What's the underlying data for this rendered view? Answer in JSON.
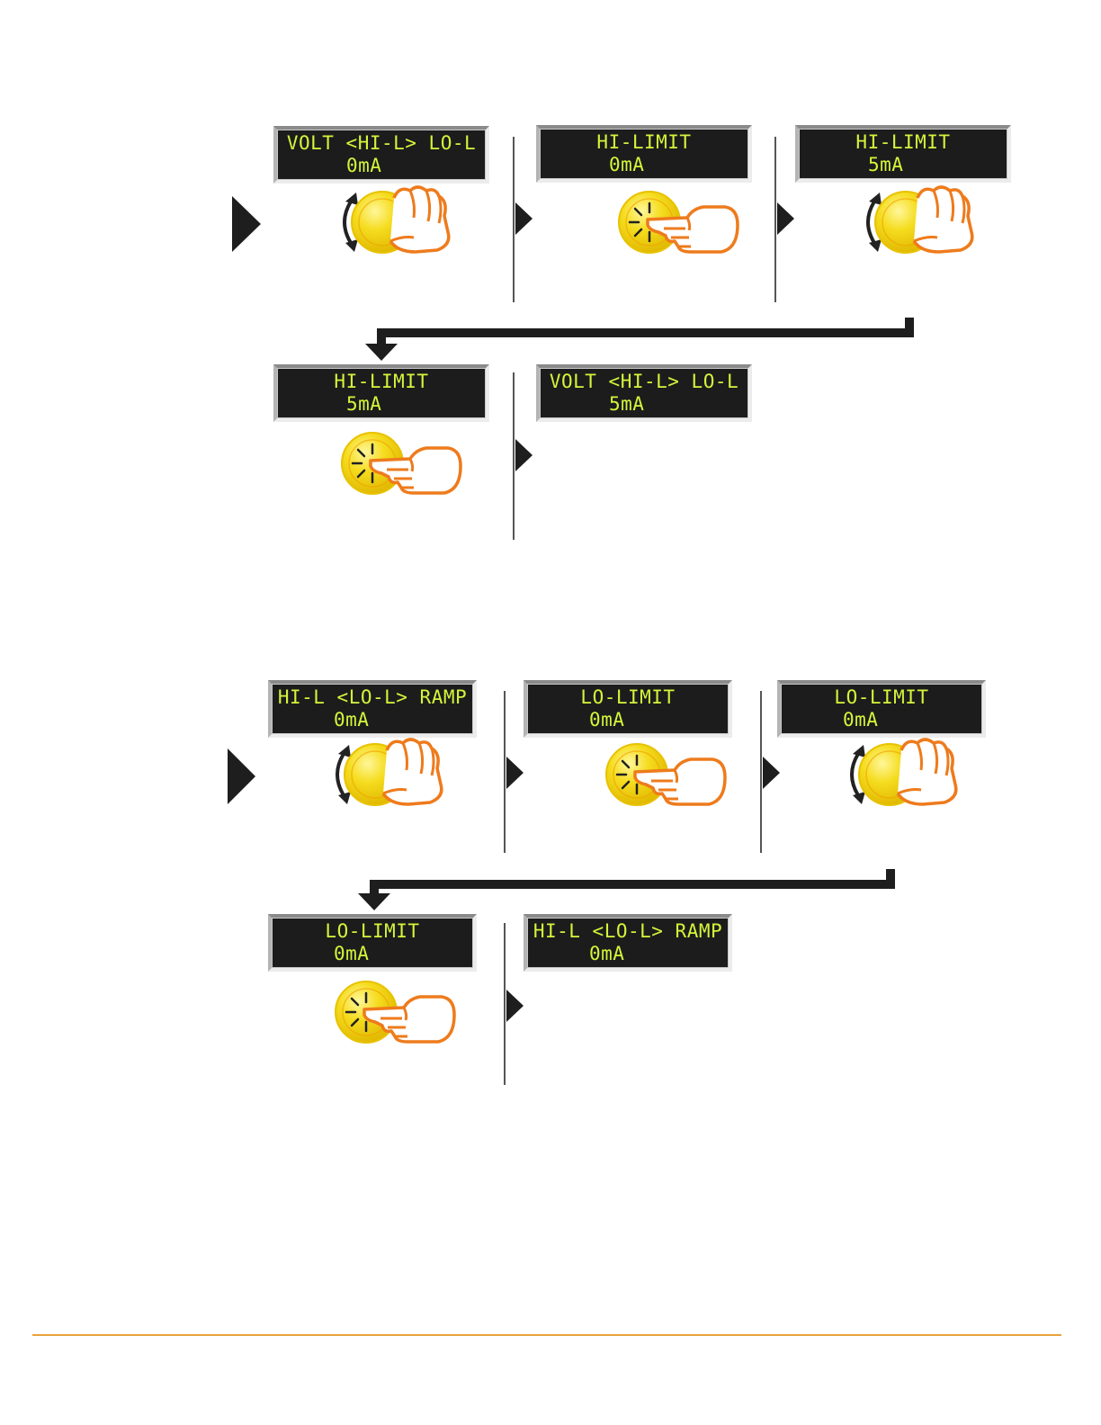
{
  "section_a": {
    "step1": {
      "line1": "VOLT <HI-L> LO-L",
      "line2": "    0mA"
    },
    "step2": {
      "line1": "HI-LIMIT",
      "line2": "    0mA"
    },
    "step3": {
      "line1": "HI-LIMIT",
      "line2": "    5mA"
    },
    "step4": {
      "line1": "HI-LIMIT",
      "line2": "    5mA"
    },
    "step5": {
      "line1": "VOLT <HI-L> LO-L",
      "line2": "    5mA"
    }
  },
  "section_b": {
    "step1": {
      "line1": "HI-L <LO-L> RAMP",
      "line2": "    0mA"
    },
    "step2": {
      "line1": "LO-LIMIT",
      "line2": "    0mA"
    },
    "step3": {
      "line1": "LO-LIMIT",
      "line2": "    0mA"
    },
    "step4": {
      "line1": "LO-LIMIT",
      "line2": "    0mA"
    },
    "step5": {
      "line1": "HI-L <LO-L> RAMP",
      "line2": "    0mA"
    }
  },
  "icons": {
    "rotate": "rotate-knob-icon",
    "press": "press-knob-icon"
  },
  "colors": {
    "lcd_text": "#d4f53a",
    "knob": "#f5dc1e",
    "hand": "#ee7b1c",
    "rule": "#e8a33c"
  }
}
